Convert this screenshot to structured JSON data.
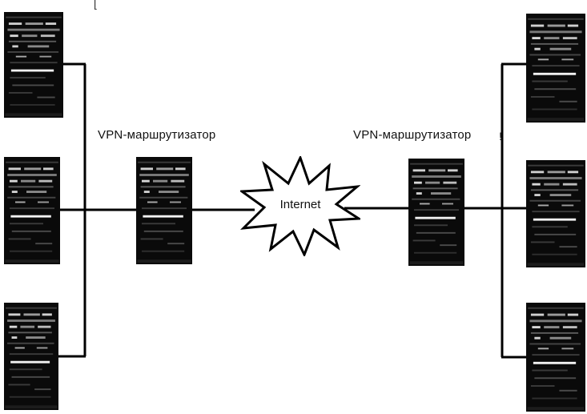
{
  "diagram": {
    "left_router_label": "VPN-маршрутизатор",
    "right_router_label": "VPN-маршрутизатор",
    "internet_label": "Internet",
    "stray_mark_top": "[",
    "stray_mark_right": "!"
  },
  "icons": {
    "computer": "server-tower-icon",
    "router": "router-tower-icon",
    "cloud": "internet-cloud-icon"
  },
  "colors": {
    "line": "#000000",
    "device_dark": "#0a0a0a",
    "background": "#ffffff"
  }
}
